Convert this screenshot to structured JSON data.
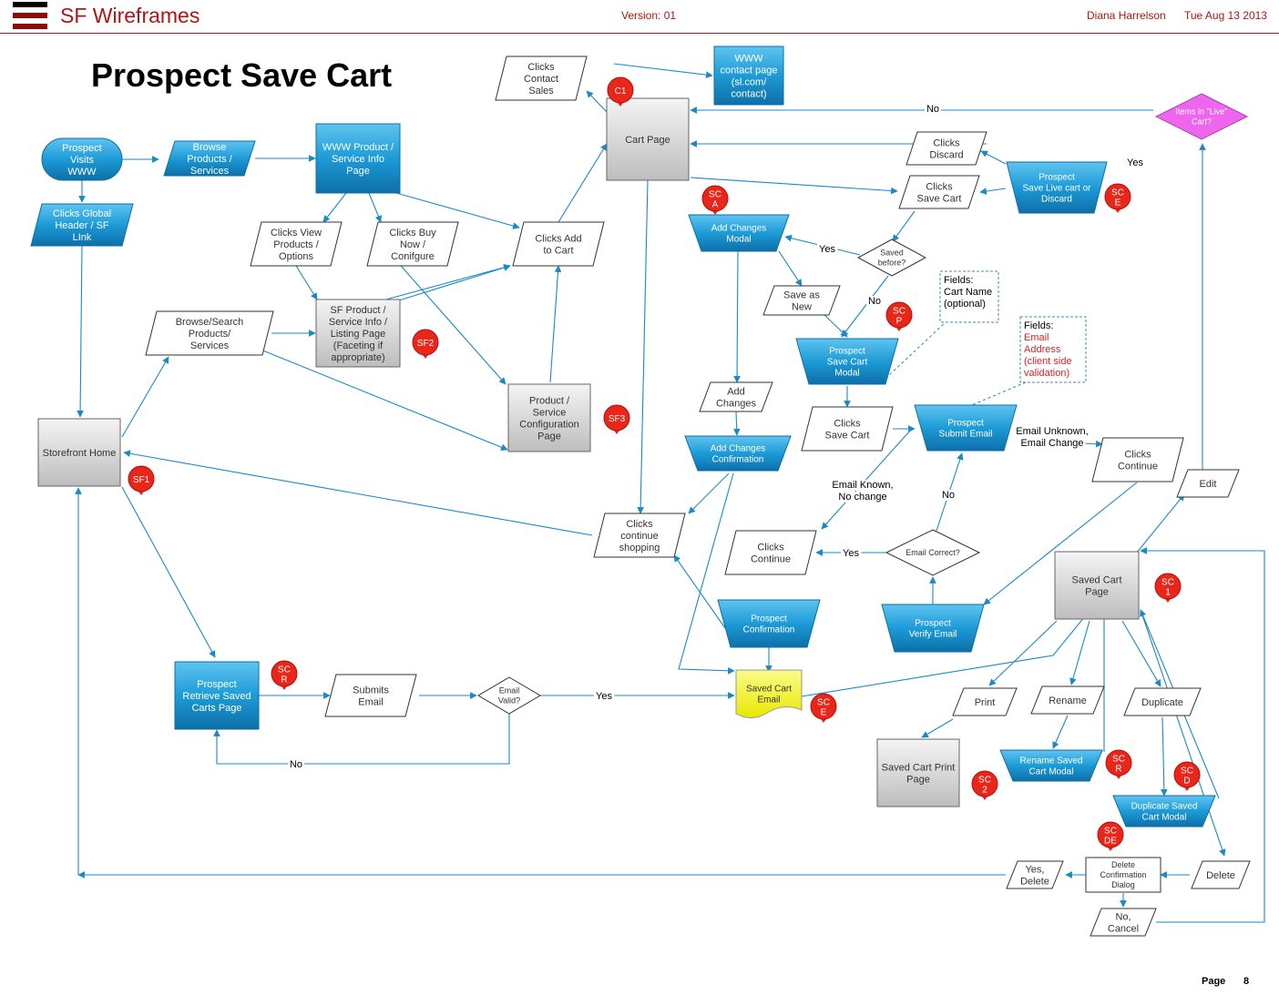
{
  "header": {
    "app_title": "SF Wireframes",
    "version": "Version: 01",
    "author": "Diana Harrelson",
    "date": "Tue Aug 13 2013"
  },
  "page_title": "Prospect Save Cart",
  "footer": {
    "page_label": "Page",
    "page_number": "8"
  },
  "colors": {
    "accent": "#b01414",
    "process_blue": "#1d9bd7",
    "page_gray": "#d6d6d6",
    "decision_pink": "#ee66ee",
    "badge_red": "#e8261a",
    "email_yellow": "#f2f21a",
    "connector": "#1b8ac4"
  },
  "diagram": {
    "nodes": [
      {
        "id": "prospect-visits-www",
        "text": [
          "Prospect",
          "Visits",
          "WWW"
        ]
      },
      {
        "id": "browse-products",
        "text": [
          "Browse",
          "Products /",
          "Services"
        ]
      },
      {
        "id": "www-product-page",
        "text": [
          "WWW Product /",
          "Service Info",
          "Page"
        ]
      },
      {
        "id": "clicks-global-header",
        "text": [
          "Clicks Global",
          "Header / SF",
          "LInk"
        ]
      },
      {
        "id": "clicks-view-products",
        "text": [
          "Clicks View",
          "Products /",
          "Options"
        ]
      },
      {
        "id": "clicks-buy-now",
        "text": [
          "Clicks Buy",
          "Now /",
          "Conifgure"
        ]
      },
      {
        "id": "clicks-add-to-cart",
        "text": [
          "Clicks Add",
          "to Cart"
        ]
      },
      {
        "id": "clicks-contact-sales",
        "text": [
          "Clicks",
          "Contact",
          "Sales"
        ]
      },
      {
        "id": "www-contact-page",
        "text": [
          "WWW",
          "contact page",
          "(sl.com/",
          "contact)"
        ]
      },
      {
        "id": "cart-page",
        "text": [
          "Cart Page"
        ]
      },
      {
        "id": "browse-search",
        "text": [
          "Browse/Search",
          "Products/",
          "Services"
        ]
      },
      {
        "id": "sf-product-listing",
        "text": [
          "SF Product /",
          "Service Info /",
          "Listing Page",
          "(Faceting if",
          "appropriate)"
        ]
      },
      {
        "id": "product-config-page",
        "text": [
          "Product /",
          "Service",
          "Configuration",
          "Page"
        ]
      },
      {
        "id": "storefront-home",
        "text": [
          "Storefront Home"
        ]
      },
      {
        "id": "items-live-cart",
        "text": [
          "Items in \"Live\"",
          "Cart?"
        ]
      },
      {
        "id": "clicks-discard",
        "text": [
          "Clicks",
          "Discard"
        ]
      },
      {
        "id": "clicks-save-cart-top",
        "text": [
          "Clicks",
          "Save Cart"
        ]
      },
      {
        "id": "prospect-save-live-cart",
        "text": [
          "Prospect",
          "Save Live cart or",
          "Discard"
        ]
      },
      {
        "id": "add-changes-modal",
        "text": [
          "Add Changes",
          "Modal"
        ]
      },
      {
        "id": "saved-before",
        "text": [
          "Saved",
          "before?"
        ]
      },
      {
        "id": "save-as-new",
        "text": [
          "Save as",
          "New"
        ]
      },
      {
        "id": "prospect-save-cart-modal",
        "text": [
          "Prospect",
          "Save Cart",
          "Modal"
        ]
      },
      {
        "id": "add-changes",
        "text": [
          "Add",
          "Changes"
        ]
      },
      {
        "id": "add-changes-confirmation",
        "text": [
          "Add Changes",
          "Confirmation"
        ]
      },
      {
        "id": "clicks-save-cart-mid",
        "text": [
          "Clicks",
          "Save Cart"
        ]
      },
      {
        "id": "prospect-submit-email",
        "text": [
          "Prospect",
          "Submit Email"
        ]
      },
      {
        "id": "clicks-continue-right",
        "text": [
          "Clicks",
          "Continue"
        ]
      },
      {
        "id": "edit",
        "text": [
          "Edit"
        ]
      },
      {
        "id": "clicks-continue-shopping",
        "text": [
          "Clicks",
          "continue",
          "shopping"
        ]
      },
      {
        "id": "clicks-continue-mid",
        "text": [
          "Clicks",
          "Continue"
        ]
      },
      {
        "id": "email-correct",
        "text": [
          "Email Correct?"
        ]
      },
      {
        "id": "prospect-confirmation",
        "text": [
          "Prospect",
          "Confirmation"
        ]
      },
      {
        "id": "prospect-verify-email",
        "text": [
          "Prospect",
          "Verify Email"
        ]
      },
      {
        "id": "saved-cart-page",
        "text": [
          "Saved Cart",
          "Page"
        ]
      },
      {
        "id": "prospect-retrieve",
        "text": [
          "Prospect",
          "Retrieve Saved",
          "Carts Page"
        ]
      },
      {
        "id": "submits-email",
        "text": [
          "Submits",
          "Email"
        ]
      },
      {
        "id": "email-valid",
        "text": [
          "Email",
          "Valid?"
        ]
      },
      {
        "id": "saved-cart-email",
        "text": [
          "Saved Cart",
          "Email"
        ]
      },
      {
        "id": "print",
        "text": [
          "Print"
        ]
      },
      {
        "id": "rename",
        "text": [
          "Rename"
        ]
      },
      {
        "id": "duplicate",
        "text": [
          "Duplicate"
        ]
      },
      {
        "id": "saved-cart-print-page",
        "text": [
          "Saved Cart Print",
          "Page"
        ]
      },
      {
        "id": "rename-modal",
        "text": [
          "Rename Saved",
          "Cart Modal"
        ]
      },
      {
        "id": "duplicate-modal",
        "text": [
          "Duplicate Saved",
          "Cart Modal"
        ]
      },
      {
        "id": "delete-confirmation",
        "text": [
          "Delete",
          "Confirmation",
          "Dialog"
        ]
      },
      {
        "id": "yes-delete",
        "text": [
          "Yes,",
          "Delete"
        ]
      },
      {
        "id": "delete",
        "text": [
          "Delete"
        ]
      },
      {
        "id": "no-cancel",
        "text": [
          "No,",
          "Cancel"
        ]
      }
    ],
    "notes": [
      {
        "id": "fields-cart-name",
        "text": [
          "Fields:",
          "Cart Name",
          "(optional)"
        ],
        "red_lines": []
      },
      {
        "id": "fields-email",
        "text": [
          "Fields:",
          "Email",
          "Address",
          "(client side",
          "validation)"
        ],
        "red_lines": [
          1,
          2,
          3,
          4
        ]
      }
    ],
    "badges": [
      "C1",
      "SF2",
      "SF3",
      "SF1",
      "SC A",
      "SC E",
      "SC P",
      "SC R",
      "SC E",
      "SC 1",
      "SC 2",
      "SC R",
      "SC D",
      "SC DE"
    ],
    "edge_labels": [
      "No",
      "Yes",
      "Yes",
      "No",
      "Email Unknown,",
      "Email Change",
      "Email Known,",
      "No change",
      "No",
      "Yes",
      "Yes",
      "No"
    ]
  }
}
